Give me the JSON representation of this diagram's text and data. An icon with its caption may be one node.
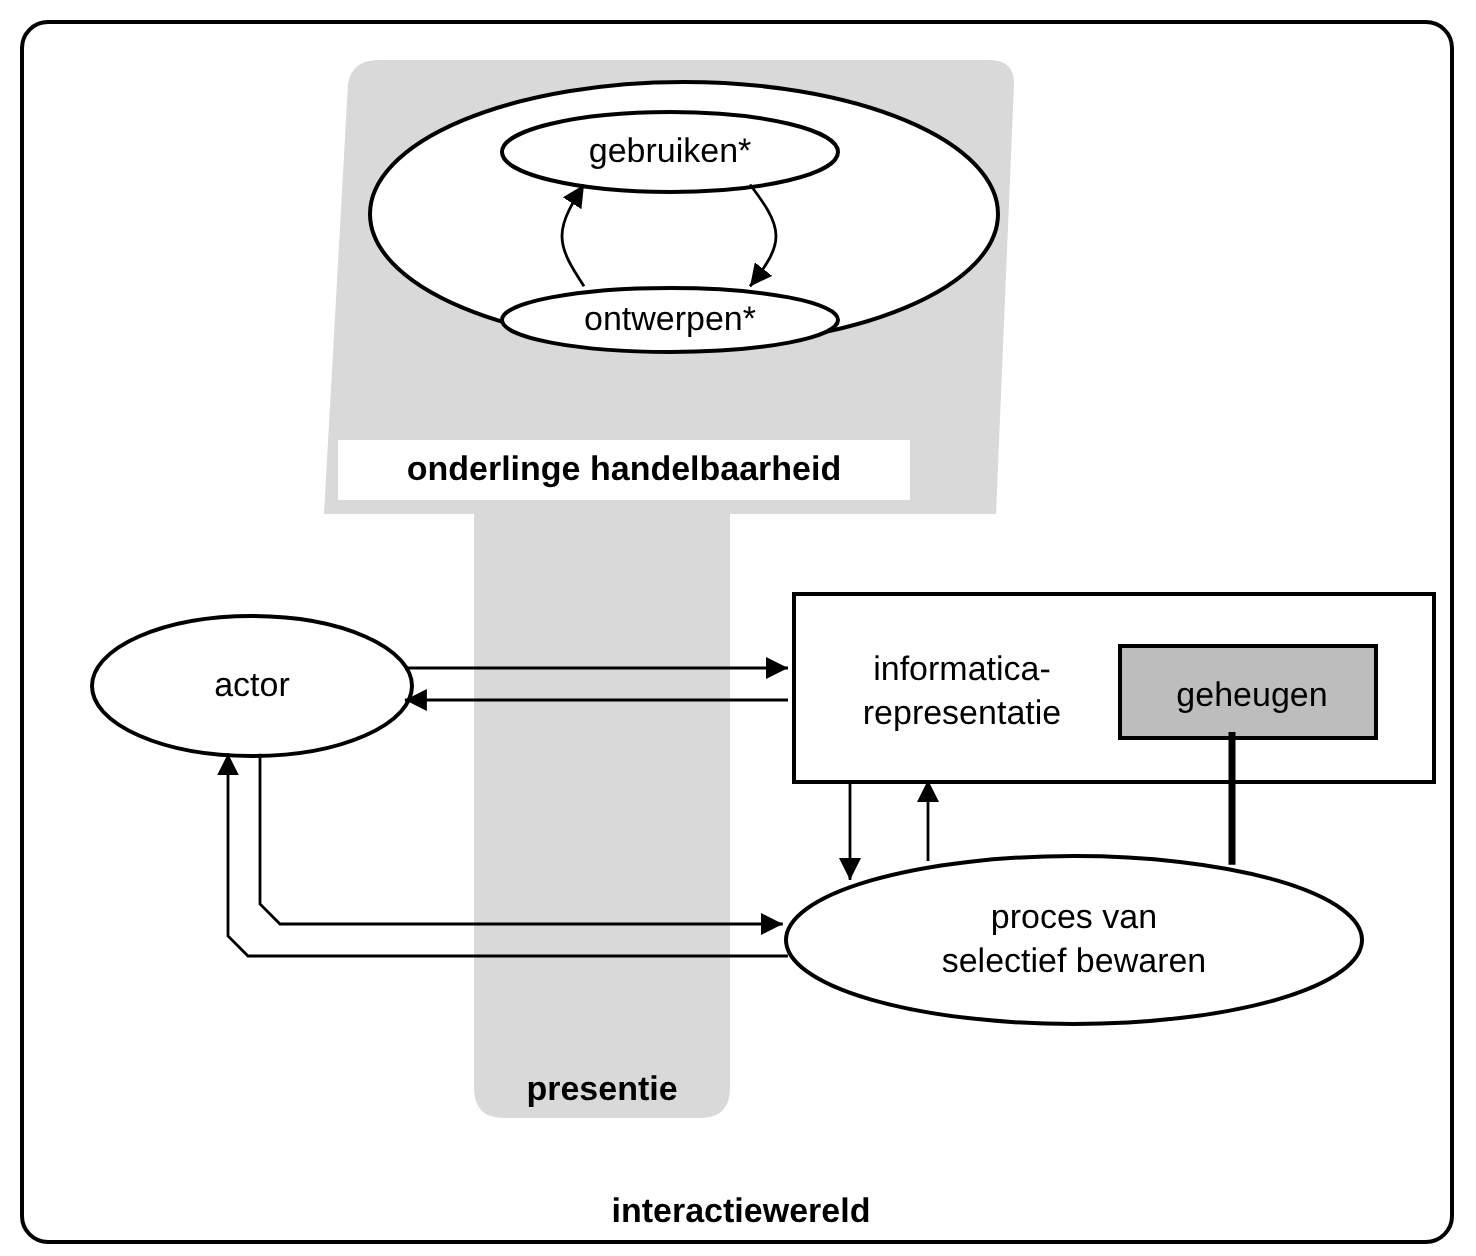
{
  "diagram": {
    "nodes": [
      {
        "text": [
          "interactiewereld"
        ]
      },
      {
        "text": [
          "onderlinge handelbaarheid",
          "presentie"
        ],
        "in": 0
      },
      {
        "text": [],
        "shape": "circle",
        "in": 1
      },
      {
        "text": [
          "gebruiken*"
        ],
        "in": 2
      },
      {
        "text": [
          "ontwerpen*"
        ],
        "in": 2
      },
      {
        "text": [
          "actor"
        ],
        "in": 0
      },
      {
        "text": [
          "informatica-representatie"
        ],
        "in": 0
      },
      {
        "text": [
          "geheugen"
        ],
        "in": 6
      },
      {
        "text": [
          "proces van selectief bewaren"
        ],
        "in": 0
      }
    ],
    "edges": [
      {
        "from": 3,
        "to": 4,
        "arrow": "to"
      },
      {
        "from": 4,
        "to": 3,
        "arrow": "to"
      },
      {
        "from": 5,
        "to": 6,
        "arrow": "to"
      },
      {
        "from": 6,
        "to": 5,
        "arrow": "to"
      },
      {
        "from": 6,
        "to": 8,
        "arrow": "to"
      },
      {
        "from": 8,
        "to": 6,
        "arrow": "to"
      },
      {
        "from": 5,
        "to": 8,
        "arrow": "to"
      },
      {
        "from": 8,
        "to": 5,
        "arrow": "to"
      },
      {
        "from": 7,
        "to": 8,
        "arrow": "none",
        "style": "thick"
      }
    ]
  }
}
